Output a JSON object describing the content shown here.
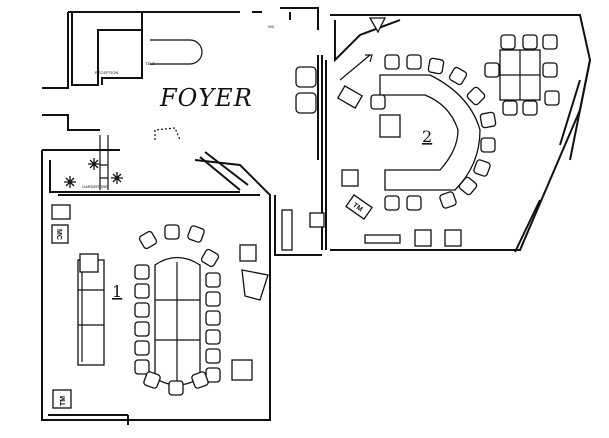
{
  "plan": {
    "foyer_label": "FOYER",
    "room1_number": "1",
    "room2_number": "2",
    "reception_label": "RÉCEPTION",
    "tele_label": "TÉLÉ",
    "cloakroom_label": "GARDEROBE",
    "wc_label": "WC",
    "room1_sign_top": "MC",
    "room1_sign_bottom": "TM",
    "room2_sign": "TM"
  }
}
